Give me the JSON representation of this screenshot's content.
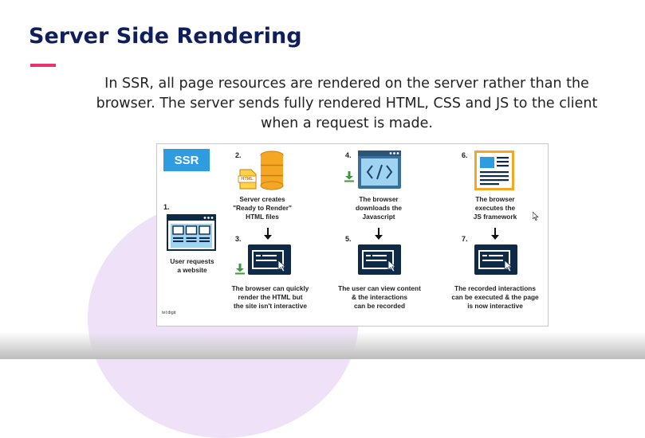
{
  "slide": {
    "title": "Server Side Rendering",
    "intro": "In SSR, all page resources are rendered on the server rather than the browser. The server sends fully rendered HTML, CSS and JS to the client when a request is made."
  },
  "diagram": {
    "badge": "SSR",
    "credit": "tel:digit",
    "html_file_tag": "HTML",
    "steps": [
      {
        "number": "1.",
        "caption": "User requests\na website"
      },
      {
        "number": "2.",
        "caption": "Server creates\n\"Ready to Render\"\nHTML files"
      },
      {
        "number": "3.",
        "caption": "The browser can quickly\nrender the HTML but\nthe site isn't interactive"
      },
      {
        "number": "4.",
        "caption": "The browser\ndownloads the\nJavascript"
      },
      {
        "number": "5.",
        "caption": "The user can view content\n& the interactions\ncan be recorded"
      },
      {
        "number": "6.",
        "caption": "The browser\nexecutes the\nJS framework"
      },
      {
        "number": "7.",
        "caption": "The recorded interactions\ncan be executed & the page\nis now interactive"
      }
    ]
  },
  "colors": {
    "title": "#0f1f5c",
    "accent": "#e8336d",
    "badge": "#2e9ce0",
    "dark_window": "#0e2a47",
    "download_arrow": "#3b9a3b",
    "server_orange": "#f5a623"
  }
}
